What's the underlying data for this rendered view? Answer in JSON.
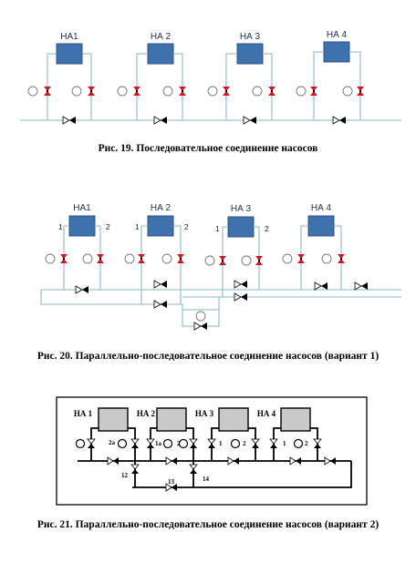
{
  "figures": [
    {
      "caption": "Рис. 19. Последовательное соединение насосов",
      "pumps": [
        "НА1",
        "НА 2",
        "НА 3",
        "НА 4"
      ]
    },
    {
      "caption": "Рис. 20. Параллельно-последовательное соединение насосов (вариант 1)",
      "pumps": [
        "НА1",
        "НА 2",
        "НА 3",
        "НА 4"
      ],
      "port_labels": [
        "1",
        "2"
      ]
    },
    {
      "caption": "Рис. 21. Параллельно-последовательное соединение насосов (вариант 2)",
      "pumps": [
        "НА 1",
        "НА 2",
        "НА 3",
        "НА 4"
      ],
      "valve_labels": [
        "2а",
        "1а",
        "2а",
        "1",
        "2",
        "1",
        "2"
      ],
      "bottom_labels": [
        "12",
        "13",
        "14"
      ]
    }
  ]
}
